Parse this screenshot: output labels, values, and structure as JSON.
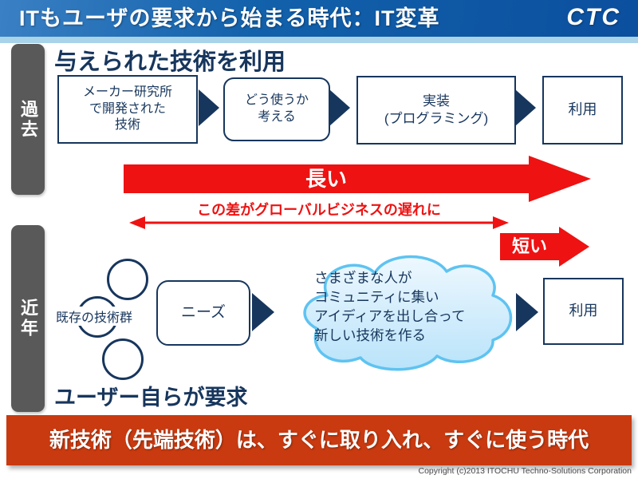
{
  "header": {
    "title": "ITもユーザの要求から始まる時代：IT変革",
    "logo": "CTC"
  },
  "sidebar": {
    "past": "過去",
    "recent": "近年"
  },
  "past_flow": {
    "heading": "与えられた技術を利用",
    "boxes": [
      "メーカー研究所\nで開発された\n技術",
      "どう使うか\n考える",
      "実装\n(プログラミング)",
      "利用"
    ]
  },
  "comparison": {
    "long_label": "長い",
    "gap_label": "この差がグローバルビジネスの遅れに",
    "short_label": "短い"
  },
  "recent_flow": {
    "existing_label": "既存の技術群",
    "needs": "ニーズ",
    "cloud": "さまざまな人が\nコミュニティに集い\nアイディアを出し合って\n新しい技術を作る",
    "use": "利用",
    "heading": "ユーザー自らが要求"
  },
  "banner": "新技術（先端技術）は、すぐに取り入れ、すぐに使う時代",
  "copyright": "Copyright (c)2013 ITOCHU Techno-Solutions Corporation",
  "colors": {
    "header_blue": "#0b4f9e",
    "header_strip": "#a9d3e9",
    "accent_navy": "#17365d",
    "arrow_red": "#ee1212",
    "banner_red": "#c93a10",
    "era_bar_gray": "#595959",
    "cloud_border": "#5ec3f1",
    "cloud_fill": "#cdeafb"
  }
}
